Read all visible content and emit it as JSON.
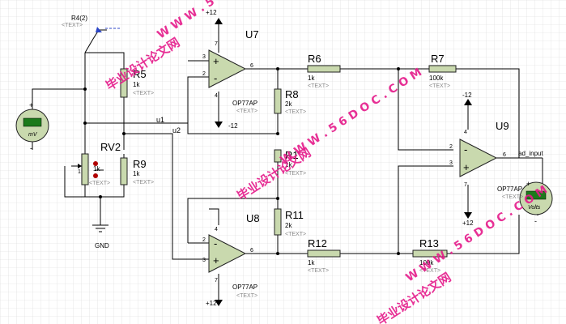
{
  "labels": {
    "R4": "R4(2)",
    "R5": "R5",
    "R5_val": "1k",
    "R6": "R6",
    "R6_val": "1k",
    "R7": "R7",
    "R7_val": "100k",
    "R8": "R8",
    "R8_val": "2k",
    "R9": "R9",
    "R9_val": "1k",
    "R10": "R1",
    "R10_val": "1k",
    "R11": "R11",
    "R11_val": "2k",
    "R12": "R12",
    "R12_val": "1k",
    "R13": "R13",
    "R13_val": "100k",
    "RV2": "RV2",
    "RV2_val": "1k",
    "U7": "U7",
    "U8": "U8",
    "U9": "U9",
    "op_model": "OP77AP",
    "text_tag": "<TEXT>",
    "u1": "u1",
    "u2": "u2",
    "ad_input": "ad_input",
    "gnd": "GND",
    "vpos": "+12",
    "vneg": "-12",
    "mv": "mV",
    "volts": "Volts",
    "pin_1": "1",
    "pin_2": "2",
    "pin_3": "3",
    "pin_4": "4",
    "pin_6": "6",
    "pin_7": "7",
    "plus": "+",
    "minus": "-"
  },
  "watermark": {
    "cn": "毕业设计论文网",
    "url": "W W W . 5 6 D O C . C O M",
    "url_short": "www.56DOC.com"
  },
  "colors": {
    "grid": "#d7d7d7",
    "opamp_fill": "#c9d9ae",
    "resistor_fill": "#c9d9ae",
    "meter_fill": "#c9d9ae",
    "display": "#1b7a1b",
    "pin_red": "#b00000",
    "probe_blue": "#2b46c7",
    "watermark": "#e51a8a"
  }
}
